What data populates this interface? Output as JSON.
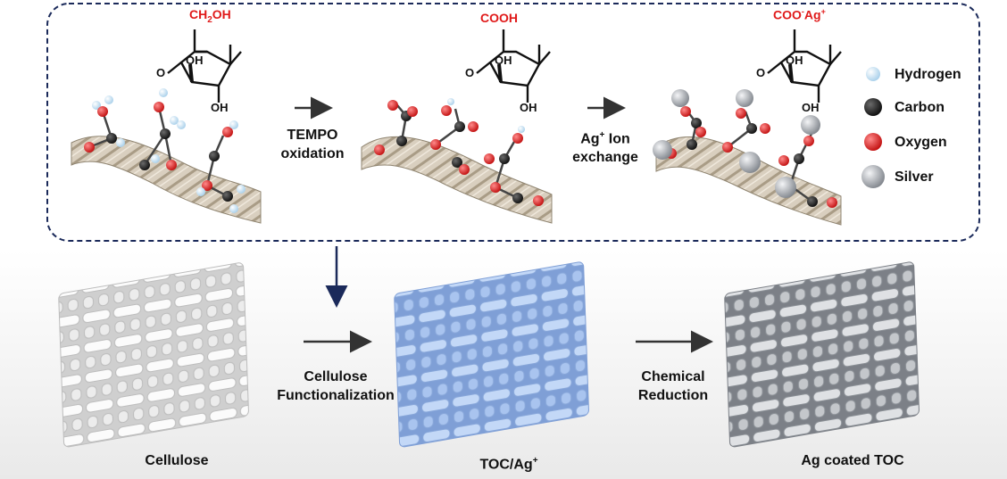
{
  "top_panel": {
    "molecules": [
      {
        "group_main": "CH",
        "group_sub": "2",
        "group_tail": "OH",
        "oh_ring": "OH",
        "oh_bottom": "OH",
        "ring_o": "O"
      },
      {
        "group_main": "COOH",
        "group_sub": "",
        "group_tail": "",
        "oh_ring": "OH",
        "oh_bottom": "OH",
        "ring_o": "O"
      },
      {
        "group_main": "COO",
        "group_sup": "-",
        "group_tail": "Ag",
        "group_tail_sup": "+",
        "oh_ring": "OH",
        "oh_bottom": "OH",
        "ring_o": "O"
      }
    ],
    "step1": {
      "line1": "TEMPO",
      "line2": "oxidation"
    },
    "step2": {
      "line1_main": "Ag",
      "line1_sup": "+",
      "line1_rest": " Ion",
      "line2": "exchange"
    },
    "legend": [
      {
        "label": "Hydrogen",
        "color": "#bfe0f5"
      },
      {
        "label": "Carbon",
        "color": "#1e1e1e"
      },
      {
        "label": "Oxygen",
        "color": "#e01a1a"
      },
      {
        "label": "Silver",
        "color": "#a9adb3"
      }
    ]
  },
  "bottom_panel": {
    "fabrics": [
      {
        "label": "Cellulose",
        "color": "#f2f2f2"
      },
      {
        "label_main": "TOC/Ag",
        "label_sup": "+",
        "color": "#a9c6f0"
      },
      {
        "label": "Ag coated TOC",
        "color": "#b8bcc2"
      }
    ],
    "step1": {
      "line1": "Cellulose",
      "line2": "Functionalization"
    },
    "step2": {
      "line1": "Chemical",
      "line2": "Reduction"
    }
  },
  "colors": {
    "accent_red": "#e01a1a",
    "frame_navy": "#1b2a5a"
  }
}
